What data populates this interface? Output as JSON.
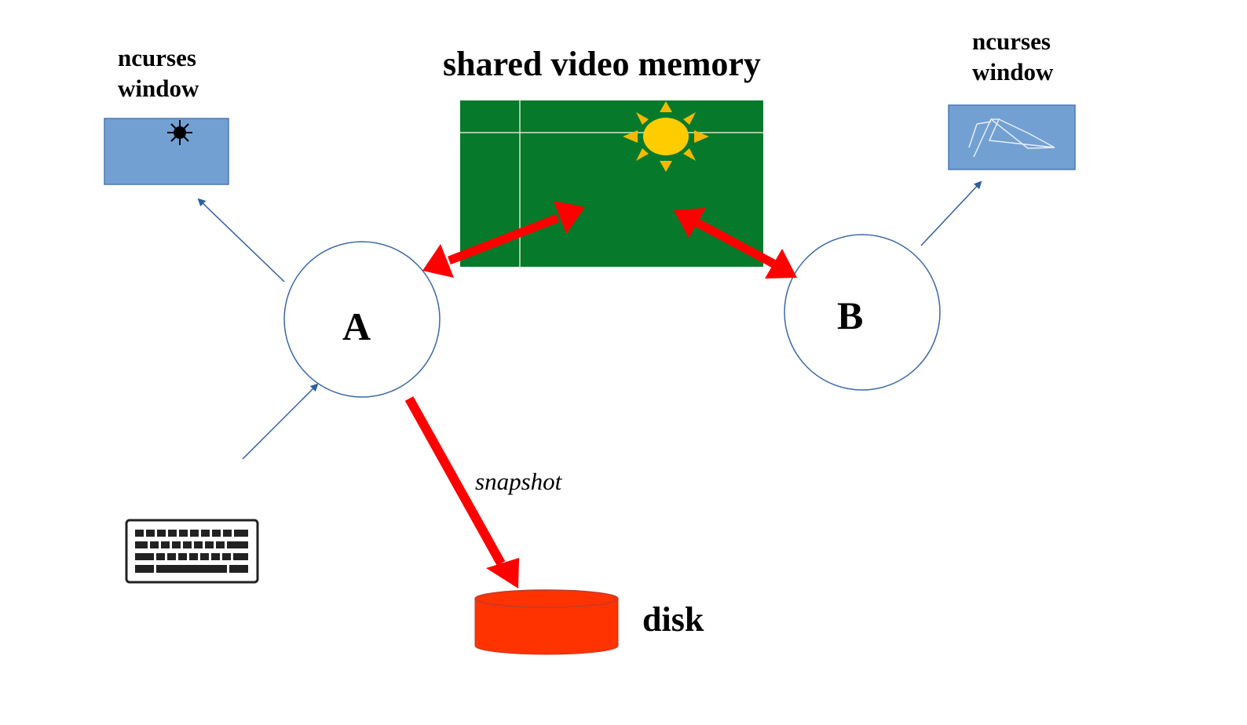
{
  "labels": {
    "ncurses_window_left_line1": "ncurses",
    "ncurses_window_left_line2": "window",
    "ncurses_window_right_line1": "ncurses",
    "ncurses_window_right_line2": "window",
    "shared_video_memory": "shared video memory",
    "process_a": "A",
    "process_b": "B",
    "snapshot": "snapshot",
    "disk": "disk"
  },
  "icons": {
    "keyboard": "keyboard-icon",
    "sun": "sun-icon",
    "disk": "disk-icon"
  },
  "colors": {
    "video_memory_fill": "#067a2a",
    "sun_fill": "#ffcc00",
    "sun_rays": "#f5b800",
    "window_fill": "#73a0d2",
    "window_border": "#4a78b5",
    "red_arrow": "#ff0000",
    "blue_arrow": "#2e5e9e",
    "disk_fill": "#ff3300",
    "circle_stroke": "#3a68a8"
  }
}
